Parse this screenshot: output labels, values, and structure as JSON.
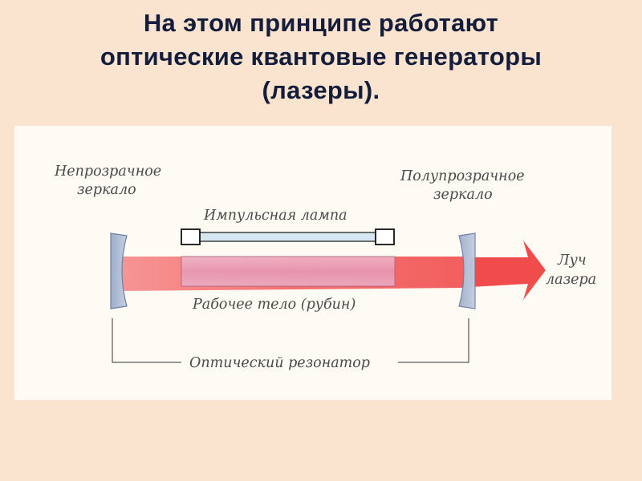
{
  "title": {
    "line1": "На этом принципе работают",
    "line2": "оптические квантовые генераторы",
    "line3": "(лазеры)."
  },
  "diagram": {
    "opaque_mirror": {
      "line1": "Непрозрачное",
      "line2": "зеркало"
    },
    "semi_mirror": {
      "line1": "Полупрозрачное",
      "line2": "зеркало"
    },
    "lamp": "Импульсная лампа",
    "working_body": "Рабочее тело (рубин)",
    "beam": {
      "line1": "Луч",
      "line2": "лазера"
    },
    "resonator": "Оптический резонатор"
  },
  "colors": {
    "background": "#fbe4cf",
    "panel": "#fdfbf4",
    "title_text": "#141e3c",
    "beam": "#f25a5a",
    "ruby": "#e9a7c0",
    "mirror": "#aebdd5",
    "lamp_tube": "#d7e7f1"
  }
}
